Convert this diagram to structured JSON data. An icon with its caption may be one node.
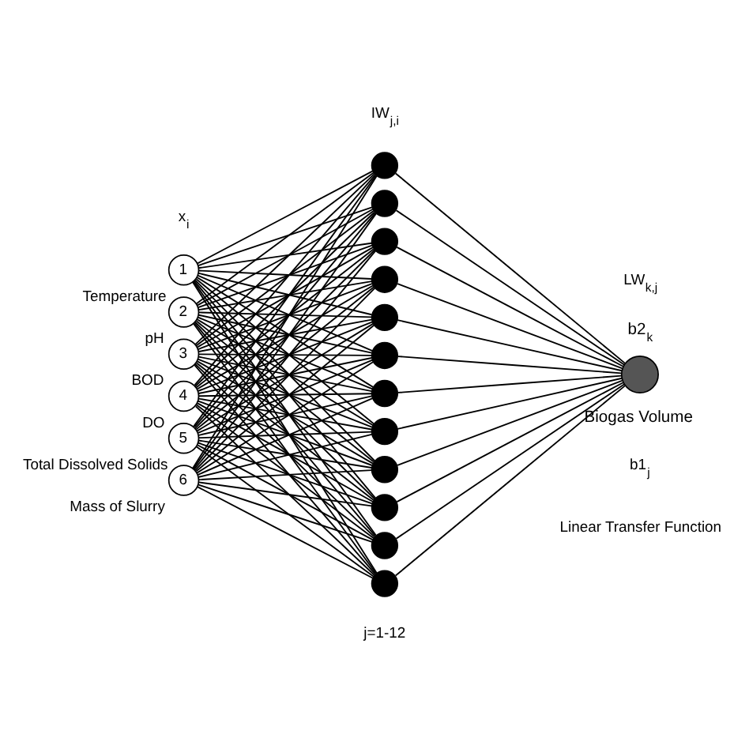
{
  "diagram": {
    "nodes": [
      {
        "text": [
          "1"
        ],
        "beside": [
          "Temperature"
        ]
      },
      {
        "text": [
          "2"
        ],
        "beside": [
          "pH"
        ]
      },
      {
        "text": [
          "3"
        ],
        "beside": [
          "BOD"
        ]
      },
      {
        "text": [
          "4"
        ],
        "beside": [
          "DO"
        ]
      },
      {
        "text": [
          "5"
        ],
        "beside": [
          "Total Dissolved Solids"
        ]
      },
      {
        "text": [
          "6"
        ],
        "beside": [
          "Mass of Slurry"
        ]
      },
      {
        "text": [],
        "shape": "circle"
      },
      {
        "text": [],
        "shape": "circle"
      },
      {
        "text": [],
        "shape": "circle"
      },
      {
        "text": [],
        "shape": "circle"
      },
      {
        "text": [],
        "shape": "circle"
      },
      {
        "text": [],
        "shape": "circle"
      },
      {
        "text": [],
        "shape": "circle"
      },
      {
        "text": [],
        "shape": "circle"
      },
      {
        "text": [],
        "shape": "circle"
      },
      {
        "text": [],
        "shape": "circle"
      },
      {
        "text": [],
        "shape": "circle"
      },
      {
        "text": [],
        "shape": "circle"
      },
      {
        "text": [],
        "shape": "circle",
        "beside": [
          "b2$_{k}$",
          "Biogas Volume"
        ]
      }
    ],
    "edges": [
      {
        "from": 0,
        "to": 6,
        "arrow": "none"
      },
      {
        "from": 0,
        "to": 7,
        "arrow": "none"
      },
      {
        "from": 0,
        "to": 8,
        "arrow": "none"
      },
      {
        "from": 0,
        "to": 9,
        "arrow": "none"
      },
      {
        "from": 0,
        "to": 10,
        "arrow": "none"
      },
      {
        "from": 0,
        "to": 11,
        "arrow": "none"
      },
      {
        "from": 0,
        "to": 12,
        "arrow": "none"
      },
      {
        "from": 0,
        "to": 13,
        "arrow": "none"
      },
      {
        "from": 0,
        "to": 14,
        "arrow": "none"
      },
      {
        "from": 0,
        "to": 15,
        "arrow": "none"
      },
      {
        "from": 0,
        "to": 16,
        "arrow": "none"
      },
      {
        "from": 0,
        "to": 17,
        "arrow": "none"
      },
      {
        "from": 1,
        "to": 6,
        "arrow": "none"
      },
      {
        "from": 1,
        "to": 7,
        "arrow": "none"
      },
      {
        "from": 1,
        "to": 8,
        "arrow": "none"
      },
      {
        "from": 1,
        "to": 9,
        "arrow": "none"
      },
      {
        "from": 1,
        "to": 10,
        "arrow": "none"
      },
      {
        "from": 1,
        "to": 11,
        "arrow": "none"
      },
      {
        "from": 1,
        "to": 12,
        "arrow": "none"
      },
      {
        "from": 1,
        "to": 13,
        "arrow": "none"
      },
      {
        "from": 1,
        "to": 14,
        "arrow": "none"
      },
      {
        "from": 1,
        "to": 15,
        "arrow": "none"
      },
      {
        "from": 1,
        "to": 16,
        "arrow": "none"
      },
      {
        "from": 1,
        "to": 17,
        "arrow": "none"
      },
      {
        "from": 2,
        "to": 6,
        "arrow": "none"
      },
      {
        "from": 2,
        "to": 7,
        "arrow": "none"
      },
      {
        "from": 2,
        "to": 8,
        "arrow": "none"
      },
      {
        "from": 2,
        "to": 9,
        "arrow": "none"
      },
      {
        "from": 2,
        "to": 10,
        "arrow": "none"
      },
      {
        "from": 2,
        "to": 11,
        "arrow": "none"
      },
      {
        "from": 2,
        "to": 12,
        "arrow": "none"
      },
      {
        "from": 2,
        "to": 13,
        "arrow": "none"
      },
      {
        "from": 2,
        "to": 14,
        "arrow": "none"
      },
      {
        "from": 2,
        "to": 15,
        "arrow": "none"
      },
      {
        "from": 2,
        "to": 16,
        "arrow": "none"
      },
      {
        "from": 2,
        "to": 17,
        "arrow": "none"
      },
      {
        "from": 3,
        "to": 6,
        "arrow": "none"
      },
      {
        "from": 3,
        "to": 7,
        "arrow": "none"
      },
      {
        "from": 3,
        "to": 8,
        "arrow": "none"
      },
      {
        "from": 3,
        "to": 9,
        "arrow": "none"
      },
      {
        "from": 3,
        "to": 10,
        "arrow": "none"
      },
      {
        "from": 3,
        "to": 11,
        "arrow": "none"
      },
      {
        "from": 3,
        "to": 12,
        "arrow": "none"
      },
      {
        "from": 3,
        "to": 13,
        "arrow": "none"
      },
      {
        "from": 3,
        "to": 14,
        "arrow": "none"
      },
      {
        "from": 3,
        "to": 15,
        "arrow": "none"
      },
      {
        "from": 3,
        "to": 16,
        "arrow": "none"
      },
      {
        "from": 3,
        "to": 17,
        "arrow": "none"
      },
      {
        "from": 4,
        "to": 6,
        "arrow": "none"
      },
      {
        "from": 4,
        "to": 7,
        "arrow": "none"
      },
      {
        "from": 4,
        "to": 8,
        "arrow": "none"
      },
      {
        "from": 4,
        "to": 9,
        "arrow": "none"
      },
      {
        "from": 4,
        "to": 10,
        "arrow": "none"
      },
      {
        "from": 4,
        "to": 11,
        "arrow": "none"
      },
      {
        "from": 4,
        "to": 12,
        "arrow": "none"
      },
      {
        "from": 4,
        "to": 13,
        "arrow": "none"
      },
      {
        "from": 4,
        "to": 14,
        "arrow": "none"
      },
      {
        "from": 4,
        "to": 15,
        "arrow": "none"
      },
      {
        "from": 4,
        "to": 16,
        "arrow": "none"
      },
      {
        "from": 4,
        "to": 17,
        "arrow": "none"
      },
      {
        "from": 5,
        "to": 6,
        "arrow": "none"
      },
      {
        "from": 5,
        "to": 7,
        "arrow": "none"
      },
      {
        "from": 5,
        "to": 8,
        "arrow": "none"
      },
      {
        "from": 5,
        "to": 9,
        "arrow": "none"
      },
      {
        "from": 5,
        "to": 10,
        "arrow": "none"
      },
      {
        "from": 5,
        "to": 11,
        "arrow": "none"
      },
      {
        "from": 5,
        "to": 12,
        "arrow": "none"
      },
      {
        "from": 5,
        "to": 13,
        "arrow": "none"
      },
      {
        "from": 5,
        "to": 14,
        "arrow": "none"
      },
      {
        "from": 5,
        "to": 15,
        "arrow": "none"
      },
      {
        "from": 5,
        "to": 16,
        "arrow": "none"
      },
      {
        "from": 5,
        "to": 17,
        "arrow": "none"
      },
      {
        "from": 6,
        "to": 18,
        "arrow": "none"
      },
      {
        "from": 7,
        "to": 18,
        "arrow": "none"
      },
      {
        "from": 8,
        "to": 18,
        "arrow": "none"
      },
      {
        "from": 9,
        "to": 18,
        "arrow": "none"
      },
      {
        "from": 10,
        "to": 18,
        "arrow": "none"
      },
      {
        "from": 11,
        "to": 18,
        "arrow": "none"
      },
      {
        "from": 12,
        "to": 18,
        "arrow": "none"
      },
      {
        "from": 13,
        "to": 18,
        "arrow": "none"
      },
      {
        "from": 14,
        "to": 18,
        "arrow": "none"
      },
      {
        "from": 15,
        "to": 18,
        "arrow": "none"
      },
      {
        "from": 16,
        "to": 18,
        "arrow": "none"
      },
      {
        "from": 17,
        "to": 18,
        "arrow": "none"
      }
    ],
    "labels": [
      "IW$_{j,i}$",
      "LW$_{k,j}$",
      "x$_{i}$",
      "b1$_{j}$",
      "Linear Transfer Function",
      "j=1-12"
    ]
  }
}
